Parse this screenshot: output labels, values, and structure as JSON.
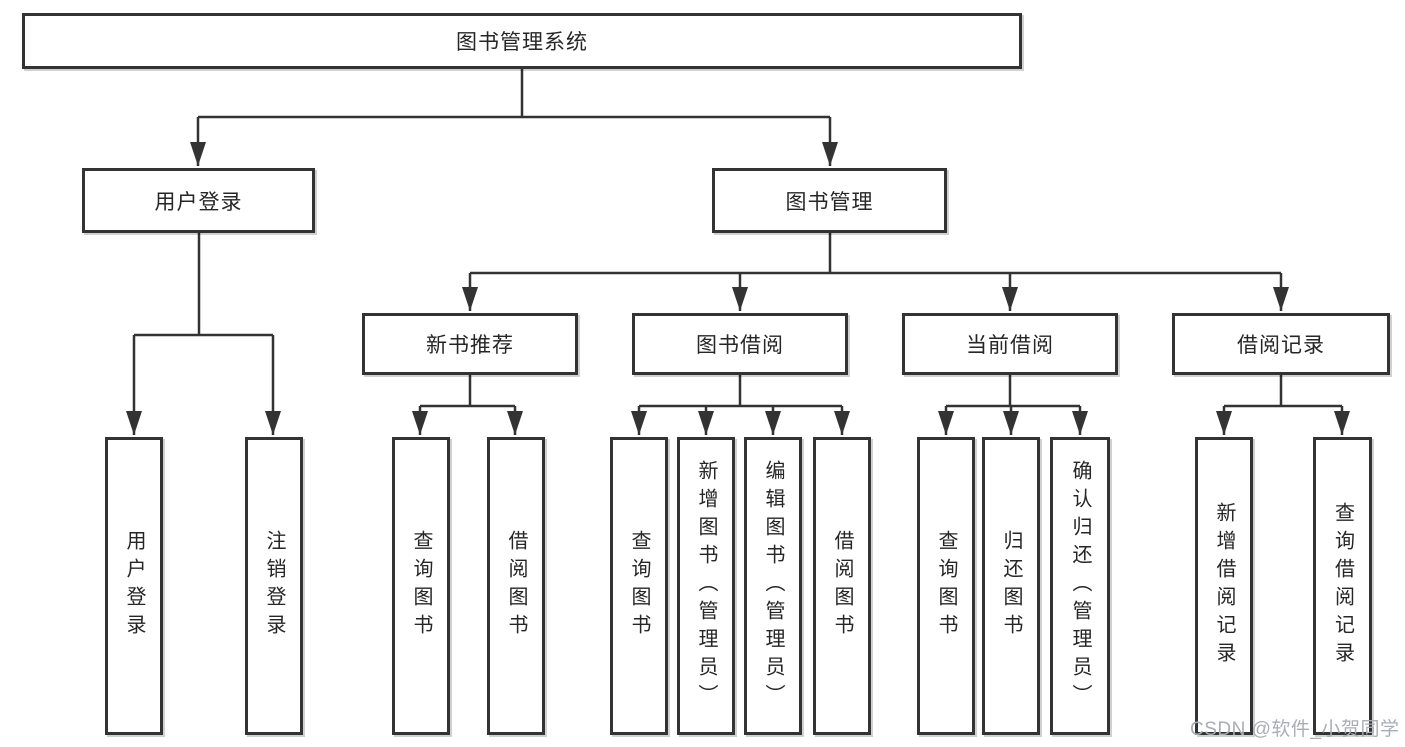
{
  "diagram": {
    "root": {
      "label": "图书管理系统"
    },
    "level2": [
      {
        "label": "用户登录"
      },
      {
        "label": "图书管理"
      }
    ],
    "level3": [
      {
        "label": "新书推荐"
      },
      {
        "label": "图书借阅"
      },
      {
        "label": "当前借阅"
      },
      {
        "label": "借阅记录"
      }
    ],
    "leaves": {
      "user_login": [
        {
          "label": "用户登录"
        },
        {
          "label": "注销登录"
        }
      ],
      "new_book": [
        {
          "label": "查询图书"
        },
        {
          "label": "借阅图书"
        }
      ],
      "book_borrow": [
        {
          "label": "查询图书"
        },
        {
          "label": "新增图书（管理员）"
        },
        {
          "label": "编辑图书（管理员）"
        },
        {
          "label": "借阅图书"
        }
      ],
      "current_borrow": [
        {
          "label": "查询图书"
        },
        {
          "label": "归还图书"
        },
        {
          "label": "确认归还（管理员）"
        }
      ],
      "borrow_record": [
        {
          "label": "新增借阅记录"
        },
        {
          "label": "查询借阅记录"
        }
      ]
    }
  },
  "watermark": {
    "text": "CSDN @软件_小贺同学"
  },
  "colors": {
    "line": "#333333",
    "box_border": "#333333",
    "text": "#262626",
    "watermark": "#a9aeb5",
    "background": "#ffffff"
  }
}
